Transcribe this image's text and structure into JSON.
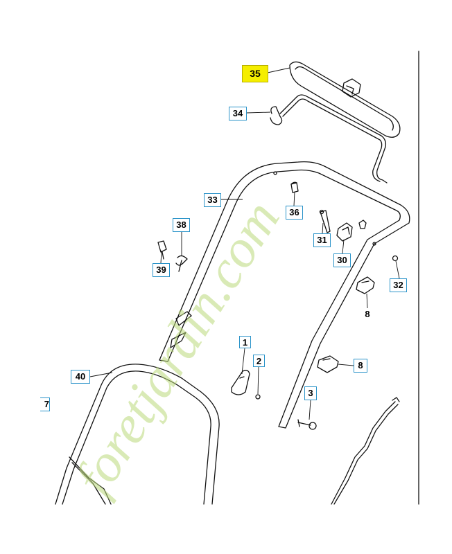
{
  "watermark": "foretjardin.com",
  "callouts": {
    "c35": "35",
    "c34": "34",
    "c33": "33",
    "c36": "36",
    "c38": "38",
    "c39": "39",
    "c31": "31",
    "c30": "30",
    "c32": "32",
    "c8a": "8",
    "c8b": "8",
    "c1": "1",
    "c2": "2",
    "c40": "40",
    "c3": "3",
    "c7": "7"
  },
  "colors": {
    "callout_border": "#2a93c9",
    "highlight": "#f5ee00",
    "line": "#111111"
  }
}
